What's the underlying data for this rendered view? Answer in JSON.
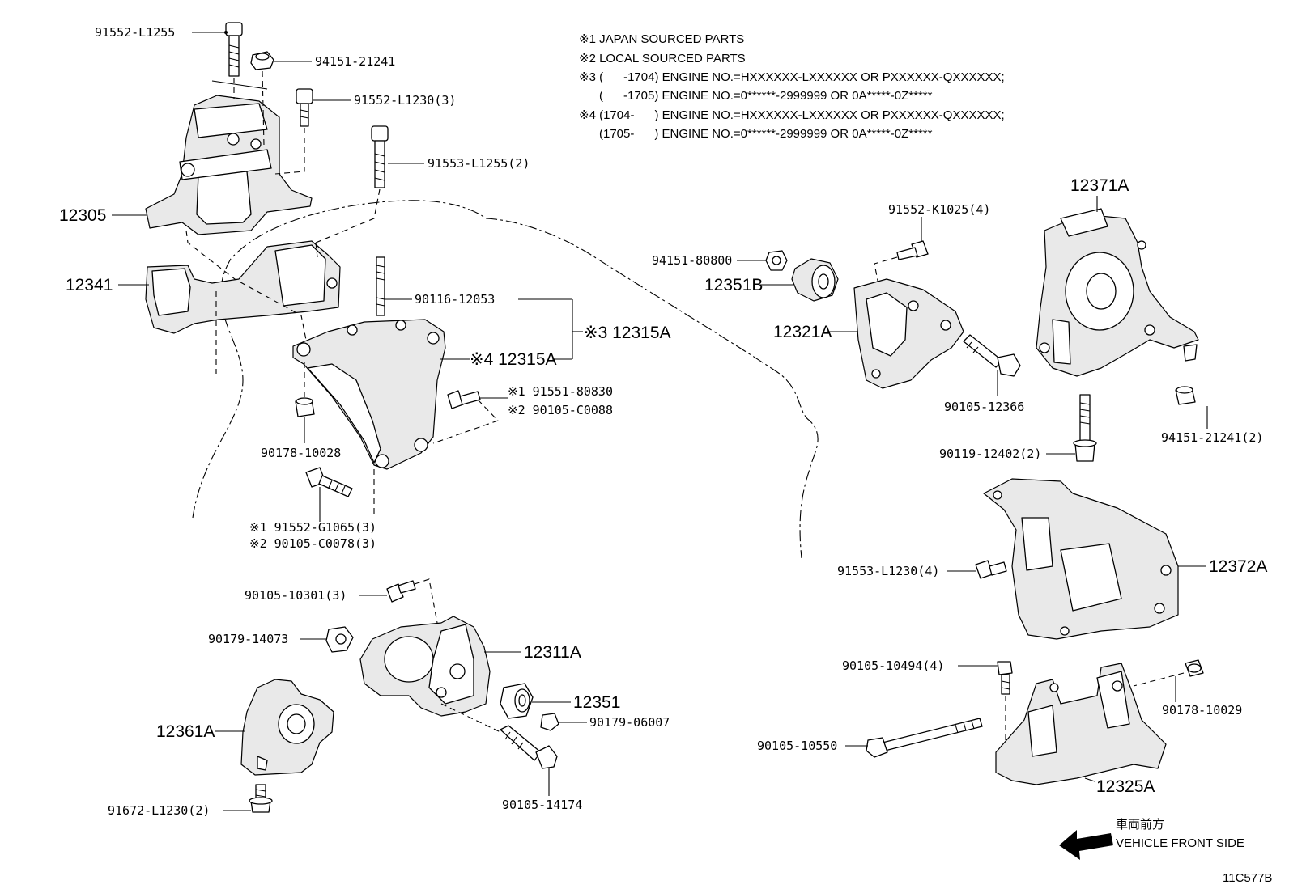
{
  "notes": [
    "※1 JAPAN SOURCED PARTS",
    "※2 LOCAL SOURCED PARTS",
    "※3 (      -1704) ENGINE NO.=HXXXXXX-LXXXXXX OR PXXXXXX-QXXXXXX;",
    "      (      -1705) ENGINE NO.=0******-2999999 OR 0A*****-0Z*****",
    "※4 (1704-      ) ENGINE NO.=HXXXXXX-LXXXXXX OR PXXXXXX-QXXXXXX;",
    "      (1705-      ) ENGINE NO.=0******-2999999 OR 0A*****-0Z*****"
  ],
  "parts": {
    "p_91552_L1255": "91552-L1255",
    "p_94151_21241": "94151-21241",
    "p_91552_L1230_3": "91552-L1230(3)",
    "p_91553_L1255_2": "91553-L1255(2)",
    "p_12305": "12305",
    "p_12341": "12341",
    "p_90116_12053": "90116-12053",
    "p_12315A_n4": "※4 12315A",
    "p_12315A_n3": "※3 12315A",
    "p_91551_80830": "※1 91551-80830",
    "p_90105_C0088": "※2 90105-C0088",
    "p_90178_10028": "90178-10028",
    "p_91552_G1065_3": "※1 91552-G1065(3)",
    "p_90105_C0078_3": "※2 90105-C0078(3)",
    "p_90105_10301_3": "90105-10301(3)",
    "p_90179_14073": "90179-14073",
    "p_12311A": "12311A",
    "p_12351": "12351",
    "p_90179_06007": "90179-06007",
    "p_12361A": "12361A",
    "p_90105_14174": "90105-14174",
    "p_91672_L1230_2": "91672-L1230(2)",
    "p_91552_K1025_4": "91552-K1025(4)",
    "p_94151_80800": "94151-80800",
    "p_12351B": "12351B",
    "p_12321A": "12321A",
    "p_90105_12366": "90105-12366",
    "p_12371A": "12371A",
    "p_94151_21241_2": "94151-21241(2)",
    "p_90119_12402_2": "90119-12402(2)",
    "p_91553_L1230_4": "91553-L1230(4)",
    "p_12372A": "12372A",
    "p_90105_10494_4": "90105-10494(4)",
    "p_90178_10029": "90178-10029",
    "p_90105_10550": "90105-10550",
    "p_12325A": "12325A"
  },
  "direction": {
    "jp": "車両前方",
    "en": "VEHICLE FRONT SIDE"
  },
  "figure_code": "11C577B"
}
